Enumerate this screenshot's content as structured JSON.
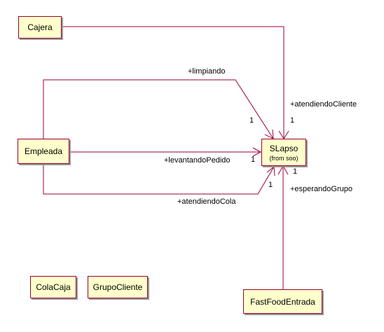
{
  "classes": {
    "cajera": "Cajera",
    "empleada": "Empleada",
    "slapso": "SLapso",
    "slapso_from": "(from soo)",
    "colacaja": "ColaCaja",
    "grupocliente": "GrupoCliente",
    "fastfoodentrada": "FastFoodEntrada"
  },
  "associations": {
    "atendiendo_cliente": {
      "role": "+atendiendoCliente",
      "multiplicity": "1"
    },
    "limpiando": {
      "role": "+limpiando",
      "multiplicity": "1"
    },
    "levantando_pedido": {
      "role": "+levantandoPedido",
      "multiplicity": "1"
    },
    "atendiendo_cola": {
      "role": "+atendiendoCola",
      "multiplicity": "1"
    },
    "esperando_grupo": {
      "role": "+esperandoGrupo",
      "multiplicity": "1"
    }
  },
  "colors": {
    "line": "#990033",
    "box_fill": "#ffffcc",
    "shadow": "#9a9a9a"
  }
}
